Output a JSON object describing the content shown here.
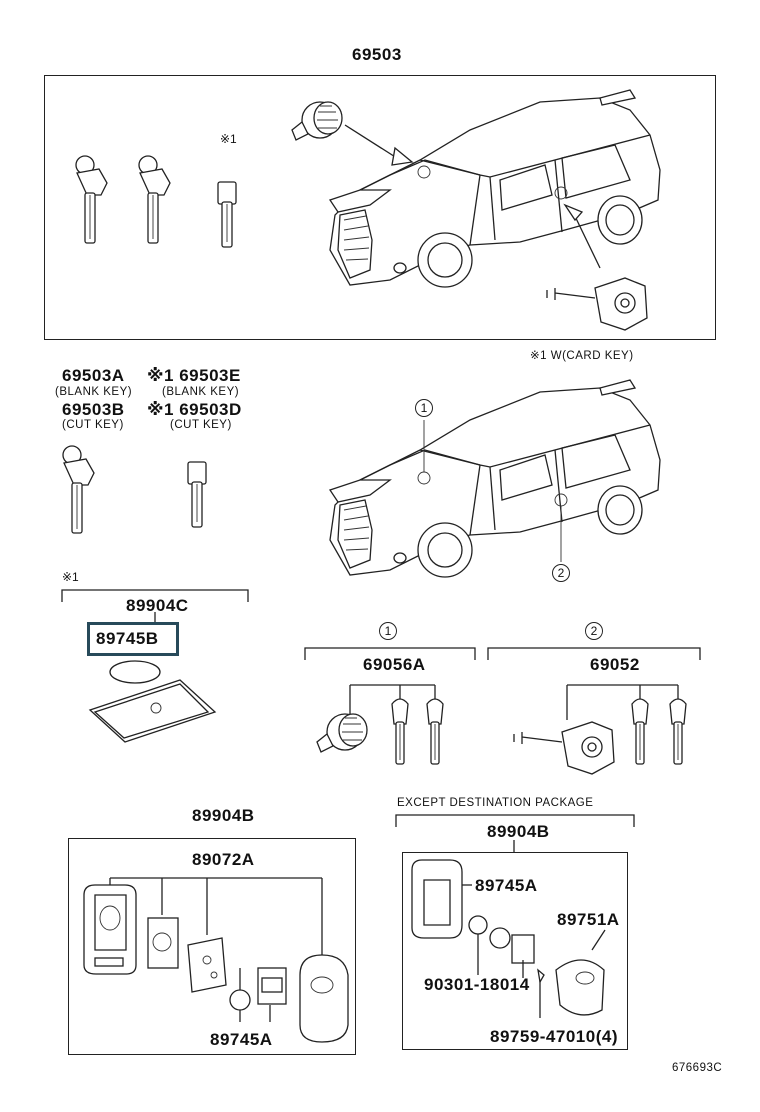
{
  "top_group": {
    "code": "69503",
    "note_mark": "※1",
    "footnote": "※1 W(CARD KEY)"
  },
  "key_codes": [
    {
      "code": "69503A",
      "desc": "(BLANK KEY)"
    },
    {
      "code": "69503B",
      "desc": "(CUT KEY)"
    },
    {
      "code": "※1 69503E",
      "desc": "(BLANK KEY)"
    },
    {
      "code": "※1 69503D",
      "desc": "(CUT KEY)"
    }
  ],
  "card_key": {
    "note_mark": "※1",
    "code": "89904C",
    "battery_code": "89745B"
  },
  "locations": {
    "one": "1",
    "two": "2"
  },
  "lock_sets": [
    {
      "marker": "1",
      "code": "69056A"
    },
    {
      "marker": "2",
      "code": "69052"
    }
  ],
  "smart_key": {
    "code": "89904B",
    "sub_code": "89072A",
    "battery_code": "89745A"
  },
  "except_package": {
    "heading": "EXCEPT DESTINATION PACKAGE",
    "code": "89904B",
    "battery_code": "89745A",
    "cover_code": "89751A",
    "oring_code": "90301-18014",
    "screw_code": "89759-47010(4)"
  },
  "figure_id": "676693C"
}
